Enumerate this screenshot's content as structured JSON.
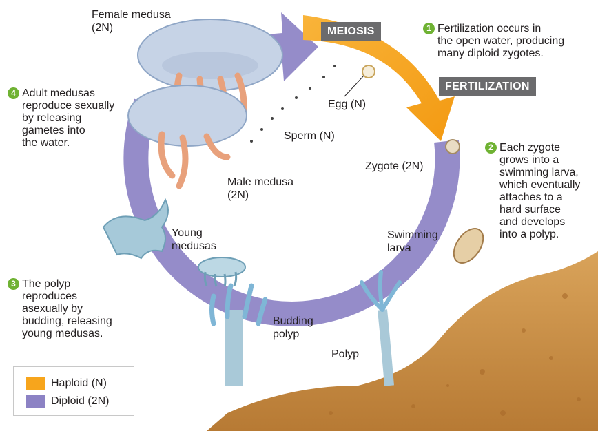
{
  "colors": {
    "haploid": "#f7a51c",
    "diploid": "#8c82c4",
    "step_number": "#6fb233",
    "banner": "#6b6b6d"
  },
  "stages": {
    "meiosis": "MEIOSIS",
    "fertilization": "FERTILIZATION"
  },
  "labels": {
    "female_medusa": "Female medusa",
    "female_medusa_ploidy": "(2N)",
    "egg": "Egg (N)",
    "sperm": "Sperm (N)",
    "male_medusa": "Male medusa",
    "male_medusa_ploidy": "(2N)",
    "zygote": "Zygote (2N)",
    "swimming_larva_1": "Swimming",
    "swimming_larva_2": "larva",
    "young_medusas_1": "Young",
    "young_medusas_2": "medusas",
    "budding_polyp_1": "Budding",
    "budding_polyp_2": "polyp",
    "polyp": "Polyp"
  },
  "steps": [
    {
      "number": "1",
      "text": "Fertilization occurs in\nthe open water, producing\nmany diploid zygotes."
    },
    {
      "number": "2",
      "text": "Each zygote\ngrows into a\nswimming larva,\nwhich eventually\nattaches to a\nhard surface\nand develops\ninto a polyp."
    },
    {
      "number": "3",
      "text": "The polyp\nreproduces\nasexually by\nbudding, releasing\nyoung medusas."
    },
    {
      "number": "4",
      "text": "Adult medusas\nreproduce sexually\nby releasing\ngametes into\nthe water."
    }
  ],
  "legend": [
    {
      "label": "Haploid (N)",
      "color": "#f7a51c"
    },
    {
      "label": "Diploid (2N)",
      "color": "#8c82c4"
    }
  ]
}
